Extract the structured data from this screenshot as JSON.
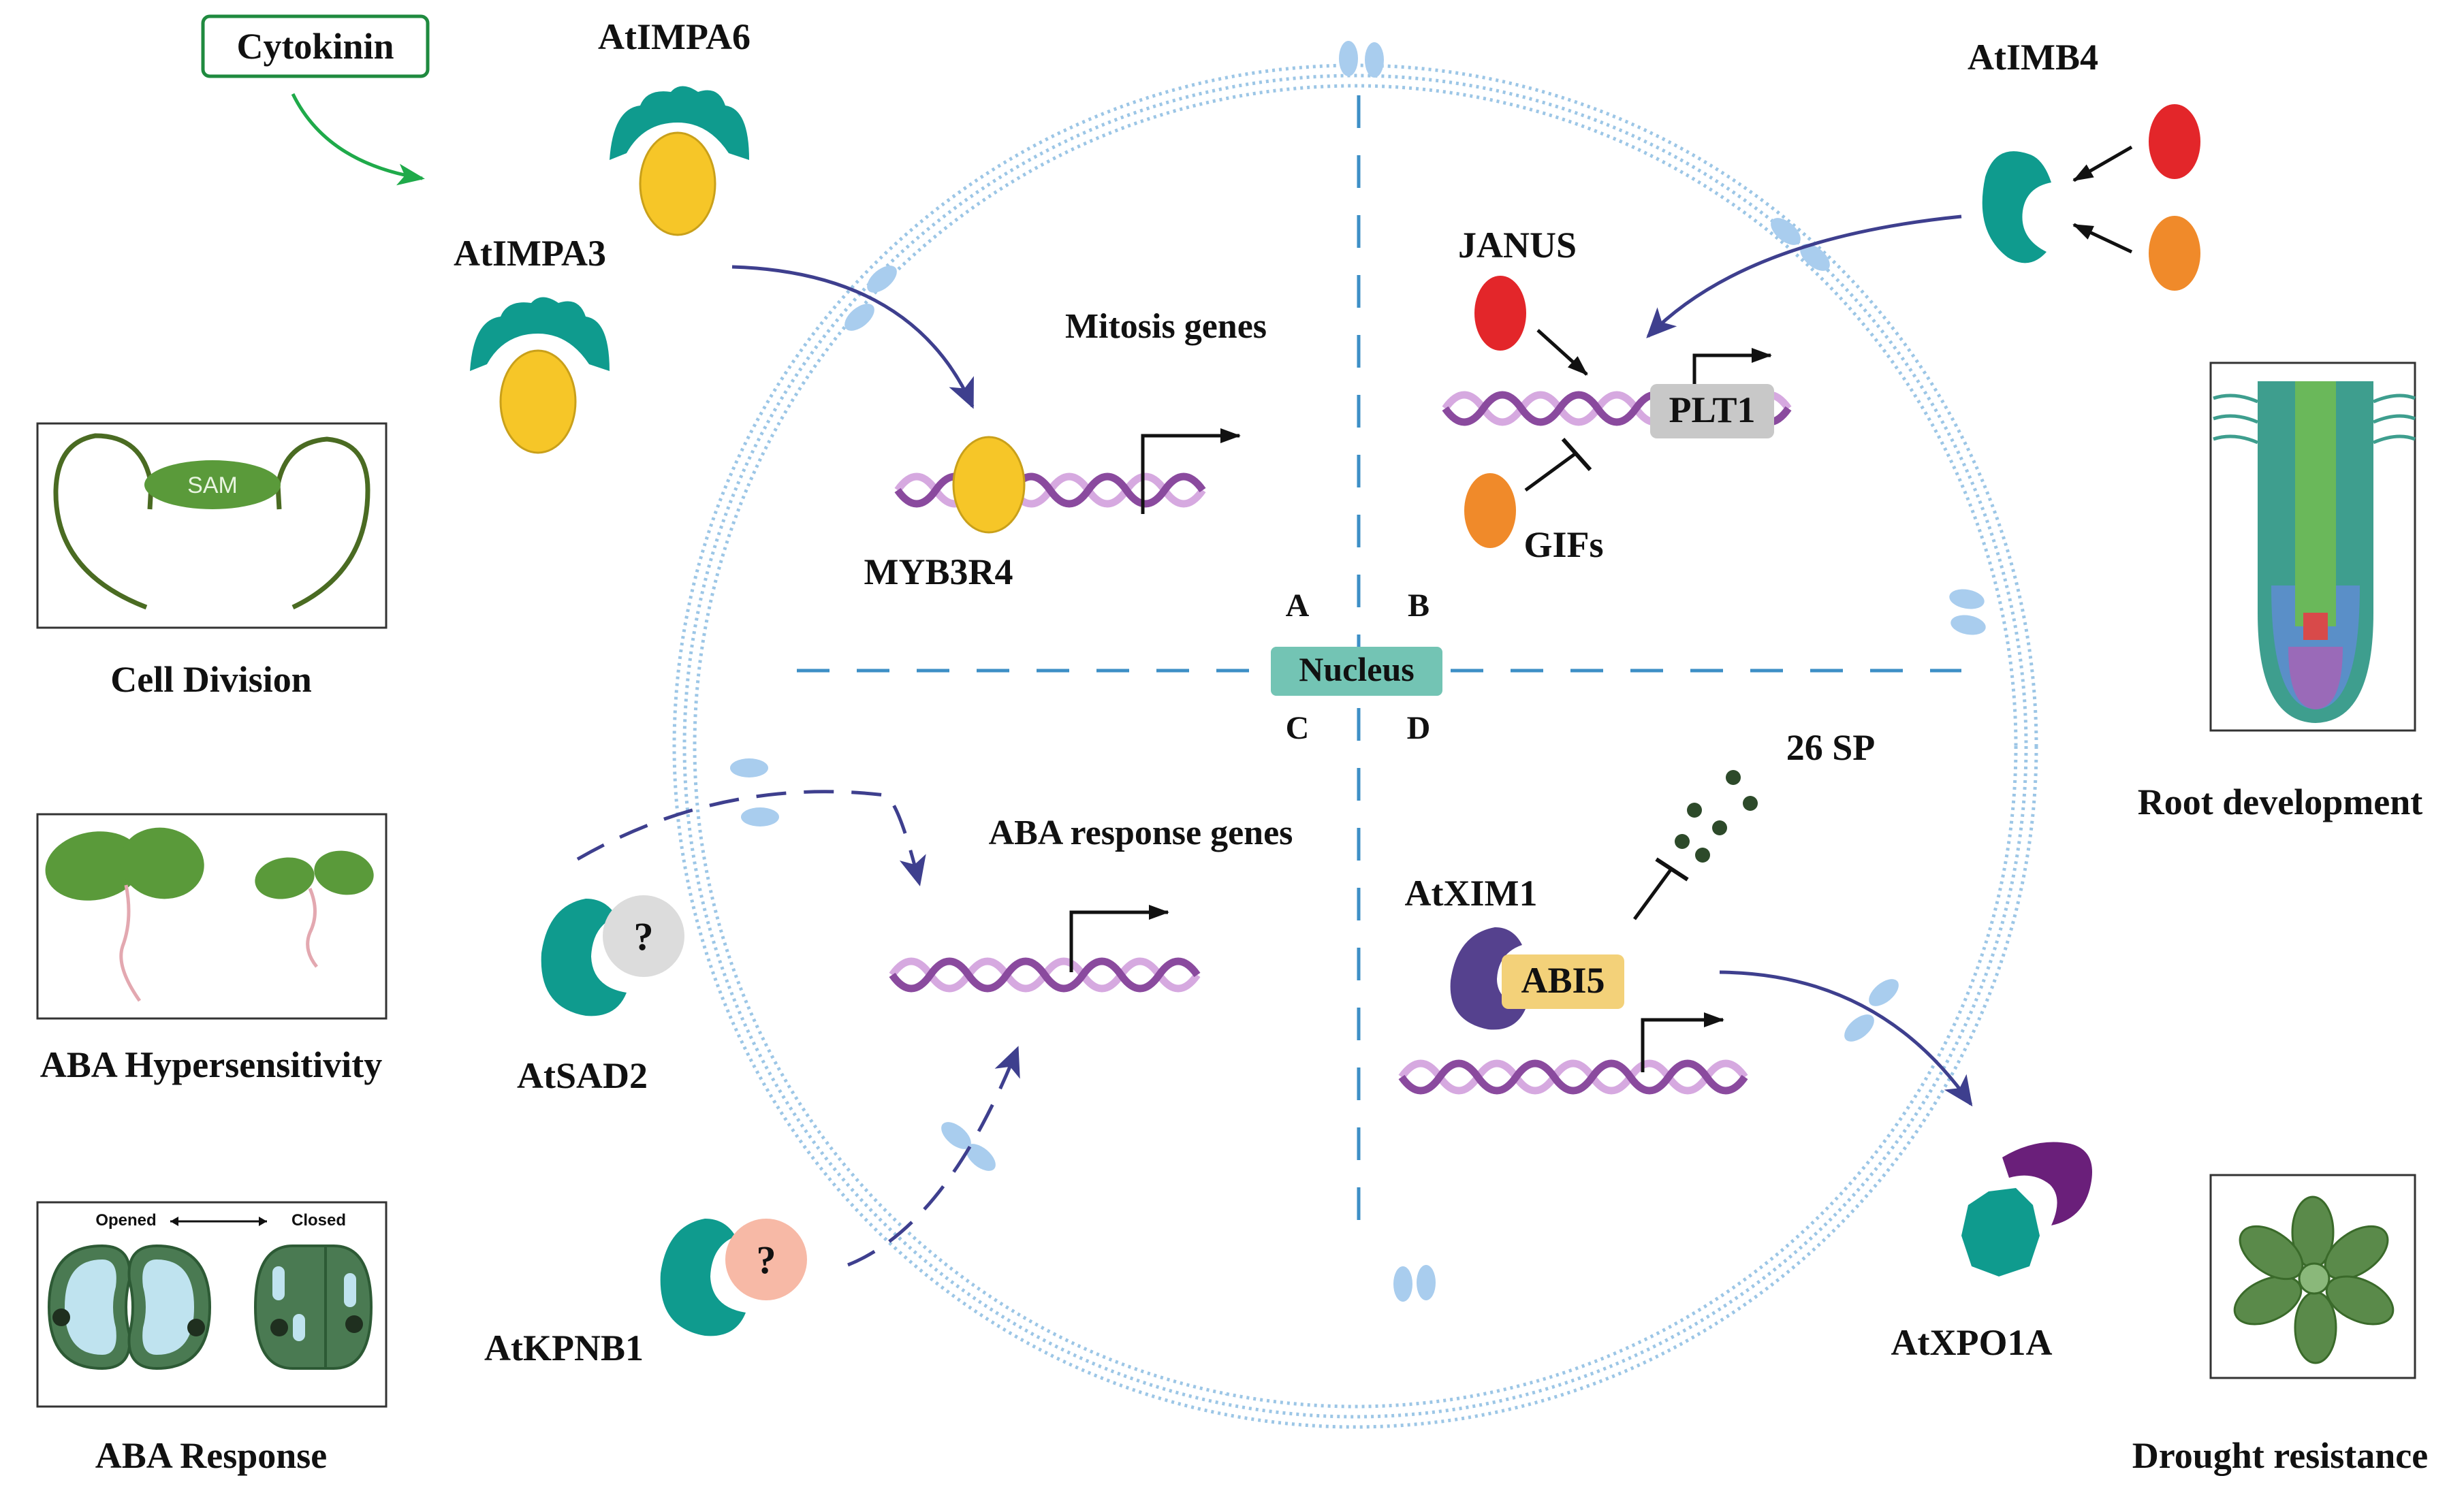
{
  "quadrants": {
    "a": "A",
    "b": "B",
    "c": "C",
    "d": "D"
  },
  "nucleus_label": "Nucleus",
  "cytokinin_label": "Cytokinin",
  "proteins": {
    "atimpa6": "AtIMPA6",
    "atimpa3": "AtIMPA3",
    "atimb4": "AtIMB4",
    "janus": "JANUS",
    "plt1": "PLT1",
    "gifs": "GIFs",
    "myb3r4": "MYB3R4",
    "atxim1": "AtXIM1",
    "abi5": "ABI5",
    "sp26": "26 SP",
    "atsad2": "AtSAD2",
    "atkpnb1": "AtKPNB1",
    "atxpo1a": "AtXPO1A",
    "unknown_mark": "?"
  },
  "gene_labels": {
    "mitosis": "Mitosis genes",
    "aba_response": "ABA response genes"
  },
  "phenotypes": {
    "cell_division": "Cell Division",
    "sam": "SAM",
    "aba_hypersensitivity": "ABA Hypersensitivity",
    "aba_response": "ABA Response",
    "opened": "Opened",
    "closed": "Closed",
    "root_development": "Root development",
    "drought_resistance": "Drought resistance"
  },
  "colors": {
    "membrane": "#9cc6e6",
    "teal": "#0f9b8e",
    "yellow": "#f6c628",
    "purple_protein": "#55418e",
    "dna_dark": "#8a4a9e",
    "dna_light": "#d6a9e0",
    "arrow": "#3e3f8e",
    "nucleus_box": "#73c4b4",
    "cytokinin_border": "#1f8a3f",
    "red": "#e3262a",
    "orange": "#f08a2a"
  }
}
